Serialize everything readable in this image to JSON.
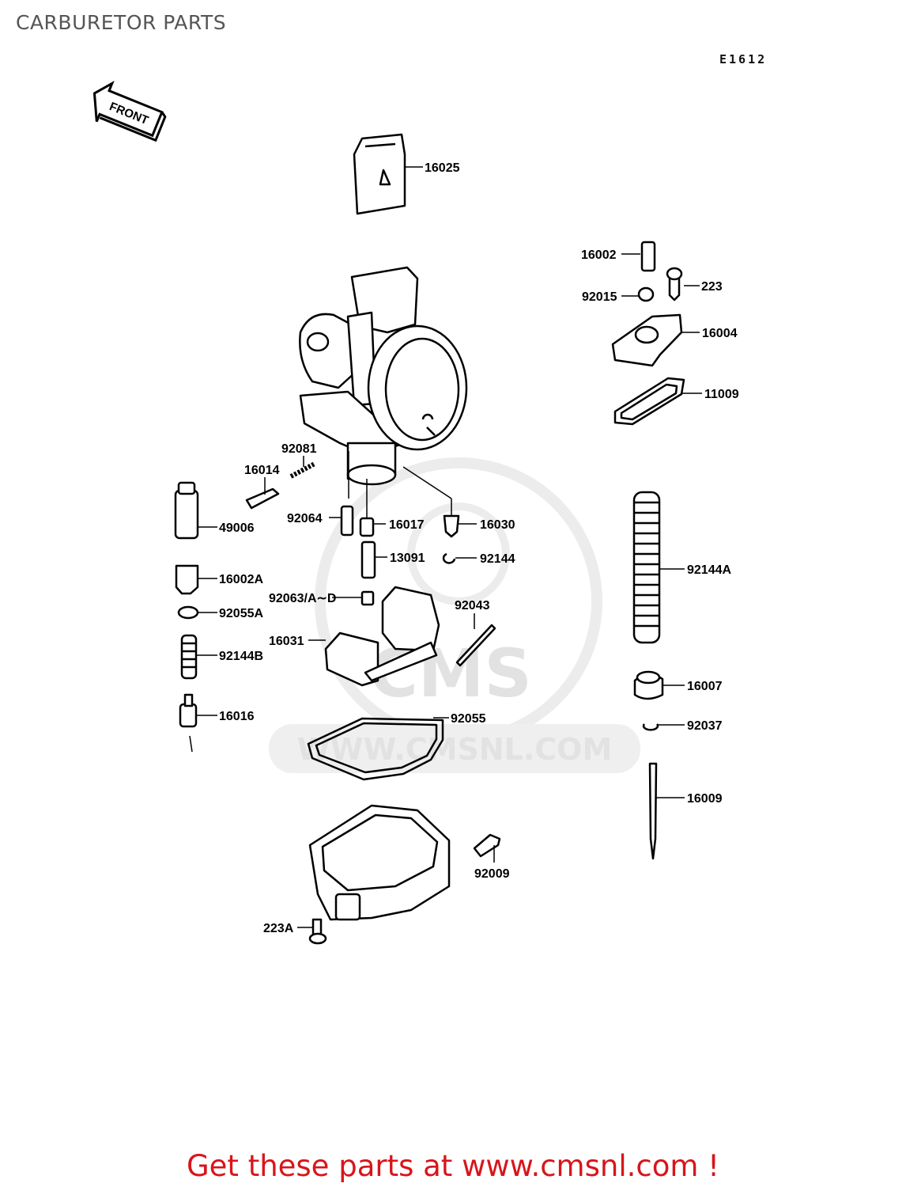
{
  "header": {
    "title": "CARBURETOR PARTS",
    "diagram_code": "E1612"
  },
  "orientation_arrow": {
    "label": "FRONT"
  },
  "watermark": {
    "brand": "CMS",
    "url": "WWW.CMSNL.COM"
  },
  "footer": {
    "cta": "Get these parts at www.cmsnl.com !",
    "color": "#d8151b"
  },
  "parts": [
    "16025",
    "16002",
    "223",
    "92015",
    "16004",
    "11009",
    "92081",
    "16014",
    "49006",
    "92064",
    "16017",
    "16030",
    "13091",
    "92144",
    "16002A",
    "92063/A∼D",
    "92043",
    "92144A",
    "92055A",
    "16031",
    "92144B",
    "16007",
    "16016",
    "92055",
    "92037",
    "16009",
    "92009",
    "223A"
  ]
}
